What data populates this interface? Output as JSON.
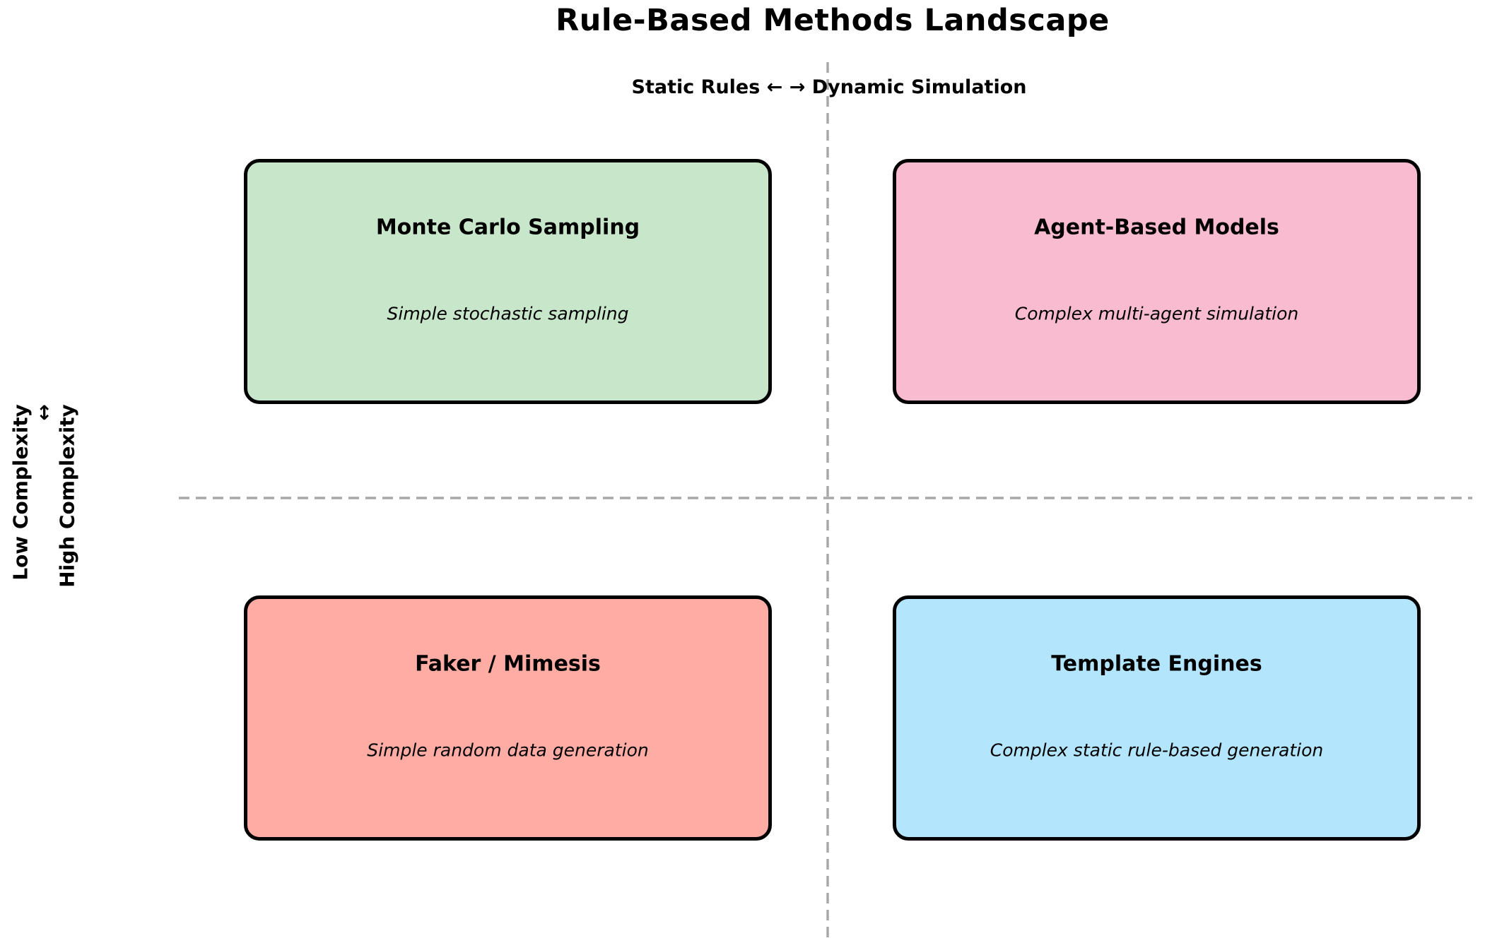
{
  "title": "Rule-Based Methods Landscape",
  "x_axis_label": "Static Rules ← → Dynamic Simulation",
  "y_axis_label": {
    "low": "Low Complexity",
    "arrow": "↔",
    "high": "High Complexity"
  },
  "quadrants": [
    {
      "position": "top-left",
      "title": "Monte Carlo Sampling",
      "subtitle": "Simple stochastic sampling",
      "color": "#c8e6c9"
    },
    {
      "position": "top-right",
      "title": "Agent-Based Models",
      "subtitle": "Complex multi-agent simulation",
      "color": "#f8bbd0"
    },
    {
      "position": "bottom-left",
      "title": "Faker / Mimesis",
      "subtitle": "Simple random data generation",
      "color": "#ffaca4"
    },
    {
      "position": "bottom-right",
      "title": "Template Engines",
      "subtitle": "Complex static rule-based generation",
      "color": "#b3e5fc"
    }
  ],
  "divider_lines": {
    "color": "#a8a8a8"
  },
  "box_border_color": "#000000"
}
